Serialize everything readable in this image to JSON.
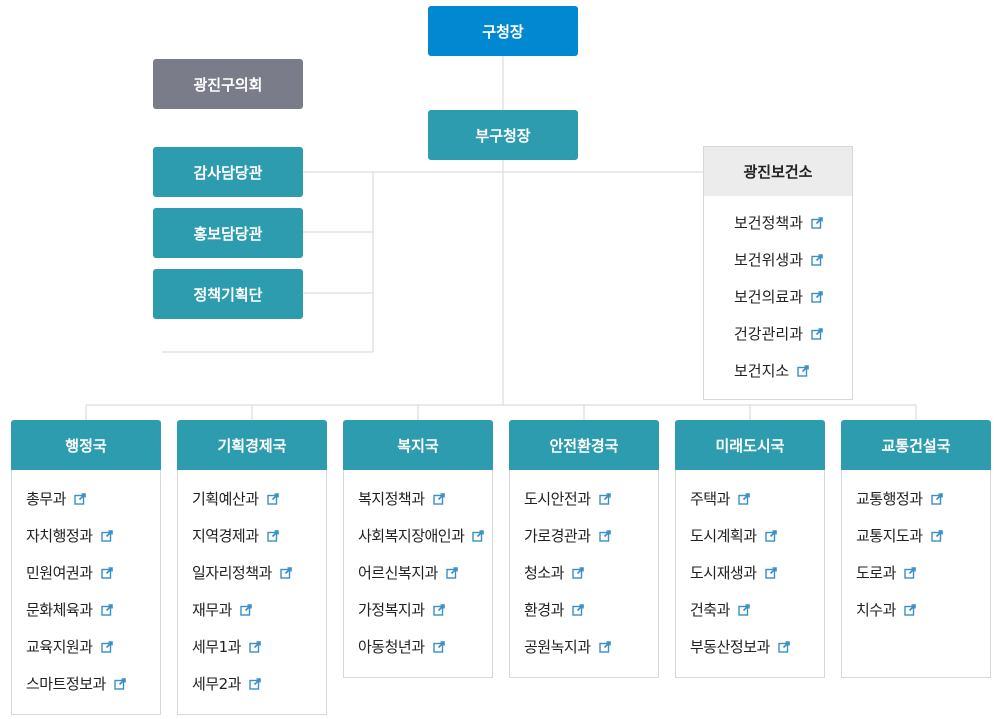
{
  "mayor": "구청장",
  "council": "광진구의회",
  "deputy": "부구청장",
  "staff_offices": [
    "감사담당관",
    "홍보담당관",
    "정책기획단"
  ],
  "health_center": {
    "title": "광진보건소",
    "items": [
      "보건정책과",
      "보건위생과",
      "보건의료과",
      "건강관리과",
      "보건지소"
    ]
  },
  "bureaus": [
    {
      "name": "행정국",
      "items": [
        "총무과",
        "자치행정과",
        "민원여권과",
        "문화체육과",
        "교육지원과",
        "스마트정보과"
      ]
    },
    {
      "name": "기획경제국",
      "items": [
        "기획예산과",
        "지역경제과",
        "일자리정책과",
        "재무과",
        "세무1과",
        "세무2과"
      ]
    },
    {
      "name": "복지국",
      "items": [
        "복지정책과",
        "사회복지장애인과",
        "어르신복지과",
        "가정복지과",
        "아동청년과"
      ]
    },
    {
      "name": "안전환경국",
      "items": [
        "도시안전과",
        "가로경관과",
        "청소과",
        "환경과",
        "공원녹지과"
      ]
    },
    {
      "name": "미래도시국",
      "items": [
        "주택과",
        "도시계획과",
        "도시재생과",
        "건축과",
        "부동산정보과"
      ]
    },
    {
      "name": "교통건설국",
      "items": [
        "교통행정과",
        "교통지도과",
        "도로과",
        "치수과"
      ]
    }
  ],
  "colors": {
    "mayor": "#0288d1",
    "council": "#7a7d89",
    "teal": "#2d9cae",
    "link_icon": "#3a8fc7"
  },
  "icon": "external-link-icon"
}
